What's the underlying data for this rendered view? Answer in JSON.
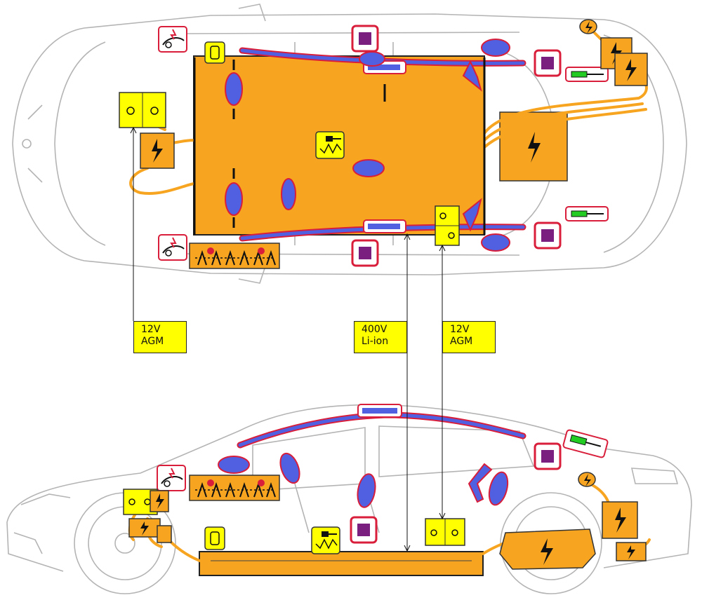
{
  "labels": {
    "battery_front": {
      "line1": "12V",
      "line2": "AGM"
    },
    "battery_hv": {
      "line1": "400V",
      "line2": "Li-ion"
    },
    "battery_rear": {
      "line1": "12V",
      "line2": "AGM"
    }
  },
  "icons": {
    "hv_warning": "high-voltage-bolt",
    "airbag_module": "purple-square",
    "gas_strut": "green-cylinder",
    "seatbelt_tensioner": "gas-generator",
    "hood_lifter": "pedestrian-protection-actuator",
    "battery_disconnect": "pyrotechnic-cutoff"
  },
  "colors": {
    "hv_orange": "#f7a520",
    "label_yellow": "#ffff00",
    "airbag_blue": "#5060e0",
    "airbag_outline_red": "#d81e3a",
    "airbag_module_purple": "#7a1e80",
    "strut_green": "#22cc22",
    "car_outline_gray": "#b4b4b4"
  }
}
